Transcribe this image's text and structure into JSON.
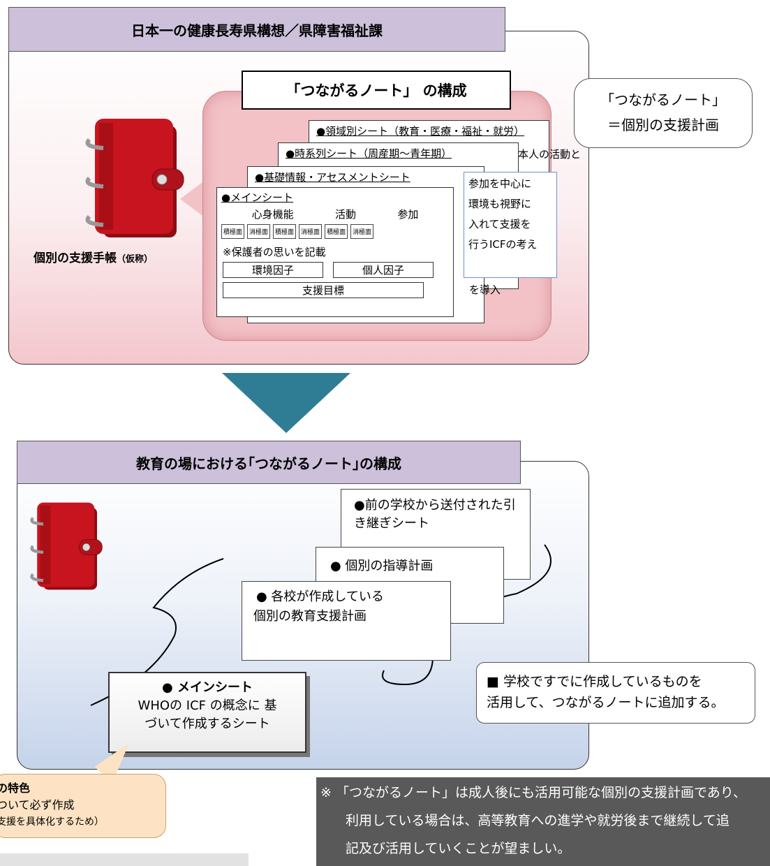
{
  "top": {
    "title": "日本一の健康長寿県構想／県障害福祉課",
    "handbook_label": "個別の支援手帳",
    "handbook_suffix": "（仮称）",
    "note_title": "「つながるノート」 の構成",
    "sheets": {
      "field": "●領域別シート（教育・医療・福祉・就労）",
      "time": "●時系列シート（周産期〜青年期）",
      "basic": "●基礎情報・アセスメントシート",
      "main_title": "●メインシート",
      "col_body": "心身機能",
      "col_activity": "活動",
      "col_participation": "参加",
      "tiny": [
        "積極面",
        "消極面",
        "積極面",
        "消極面",
        "積極面",
        "消極面"
      ],
      "guardian": "※保護者の思いを記載",
      "env": "環境因子",
      "personal": "個人因子",
      "goal": "支援目標"
    },
    "callout_line1": "「つながるノート」",
    "callout_line2": "＝個別の支援計画",
    "icf_lines": [
      "本人の活動と",
      "参加を中心に",
      "環境も視野に",
      "入れて支援を",
      "行うICFの考え",
      "を導入"
    ]
  },
  "bottom": {
    "title": "教育の場における｢つながるノート｣の構成",
    "prev_school": "●前の学校から送付された引き継ぎシート",
    "guidance_plan": "●  個別の指導計画",
    "edu_plan_line1": "●  各校が作成している",
    "edu_plan_line2": "個別の教育支援計画",
    "school_note_line1": "■ 学校ですでに作成しているものを",
    "school_note_line2": "活用して、つながるノートに追加する。",
    "main_sheet_title": "●  メインシート",
    "main_sheet_line1": "WHOの ICF の概念に  基",
    "main_sheet_line2": "づいて作成するシート"
  },
  "tan_callout": {
    "line1": "の特色",
    "line2": "ついて必ず作成",
    "line3": "支援を具体化するため）"
  },
  "footnote": {
    "line1": "※ 「つながるノート」は成人後にも活用可能な個別の支援計画であり、",
    "line2": "利用している場合は、高等教育への進学や就労後まで継続して追",
    "line3": "記及び活用していくことが望ましい。"
  },
  "colors": {
    "title_bg": "#ccc0da",
    "arrow": "#2f7d95",
    "binder": "#c8141e",
    "footnote_bg": "#595959"
  }
}
